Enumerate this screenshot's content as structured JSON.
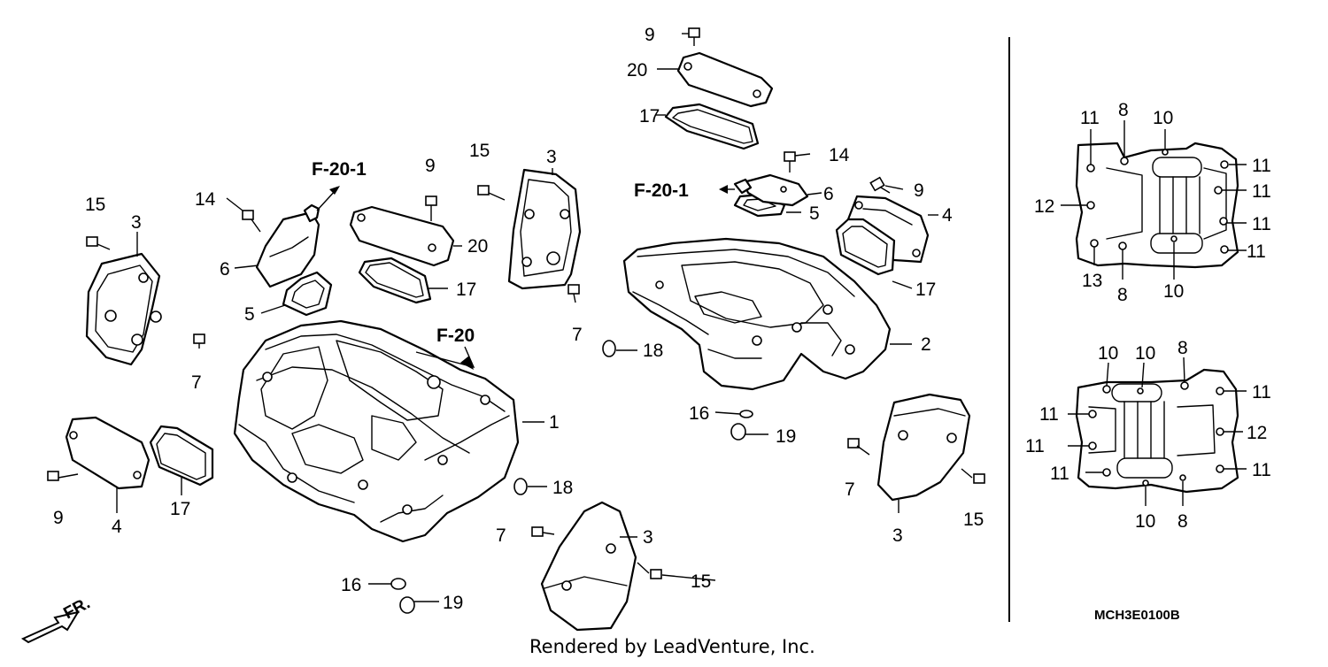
{
  "callouts": [
    {
      "text": "1"
    },
    {
      "text": "2"
    },
    {
      "text": "3"
    },
    {
      "text": "3"
    },
    {
      "text": "3"
    },
    {
      "text": "3"
    },
    {
      "text": "4"
    },
    {
      "text": "4"
    },
    {
      "text": "5"
    },
    {
      "text": "5"
    },
    {
      "text": "6"
    },
    {
      "text": "6"
    },
    {
      "text": "7"
    },
    {
      "text": "7"
    },
    {
      "text": "7"
    },
    {
      "text": "7"
    },
    {
      "text": "9"
    },
    {
      "text": "9"
    },
    {
      "text": "9"
    },
    {
      "text": "9"
    },
    {
      "text": "14"
    },
    {
      "text": "14"
    },
    {
      "text": "15"
    },
    {
      "text": "15"
    },
    {
      "text": "15"
    },
    {
      "text": "15"
    },
    {
      "text": "16"
    },
    {
      "text": "16"
    },
    {
      "text": "17"
    },
    {
      "text": "17"
    },
    {
      "text": "17"
    },
    {
      "text": "17"
    },
    {
      "text": "18"
    },
    {
      "text": "18"
    },
    {
      "text": "19"
    },
    {
      "text": "19"
    },
    {
      "text": "20"
    },
    {
      "text": "20"
    }
  ],
  "refs": [
    {
      "text": "F-20-1"
    },
    {
      "text": "F-20-1"
    },
    {
      "text": "F-20"
    }
  ],
  "detail_top_labels": [
    {
      "text": "11"
    },
    {
      "text": "8"
    },
    {
      "text": "10"
    },
    {
      "text": "11"
    },
    {
      "text": "11"
    },
    {
      "text": "11"
    },
    {
      "text": "11"
    },
    {
      "text": "12"
    },
    {
      "text": "13"
    },
    {
      "text": "8"
    },
    {
      "text": "10"
    }
  ],
  "detail_bottom_labels": [
    {
      "text": "10"
    },
    {
      "text": "10"
    },
    {
      "text": "8"
    },
    {
      "text": "11"
    },
    {
      "text": "11"
    },
    {
      "text": "11"
    },
    {
      "text": "12"
    },
    {
      "text": "11"
    },
    {
      "text": "11"
    },
    {
      "text": "10"
    },
    {
      "text": "8"
    }
  ],
  "front_indicator": "FR.",
  "diagram_code": "MCH3E0100B",
  "credit": "Rendered by LeadVenture, Inc."
}
